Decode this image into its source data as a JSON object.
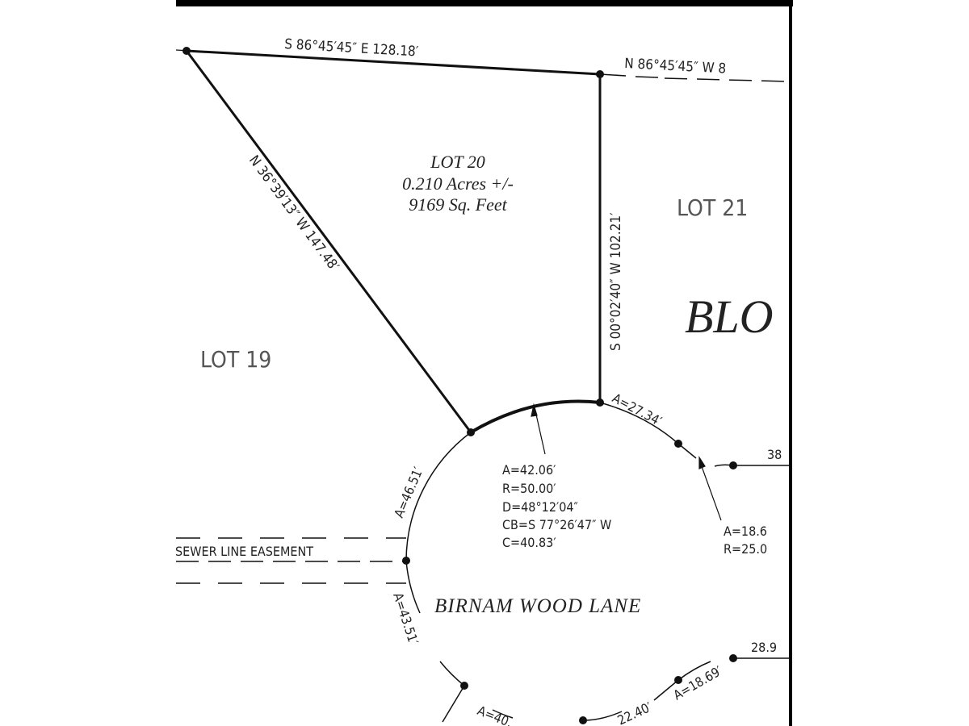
{
  "plat": {
    "lot20": {
      "title": "LOT 20",
      "acres": "0.210 Acres +/-",
      "sqft": "9169 Sq. Feet"
    },
    "lot21": "LOT 21",
    "lot19": "LOT 19",
    "block": "BLO",
    "north_line": "S 86°45′45″ E   128.18′",
    "north_ext": "N 86°45′45″ W  8",
    "east_line": "S 00°02′40″ W   102.21′",
    "west_line": "N 36°39′13″ W   147.48′",
    "curve_main": {
      "a": "A=42.06′",
      "r": "R=50.00′",
      "d": "D=48°12′04″",
      "cb": "CB=S 77°26′47″  W",
      "c": "C=40.83′"
    },
    "arc_27": "A=27.34′",
    "arc_46": "A=46.51′",
    "arc_43": "A=43.51′",
    "arc_40": "A=40.",
    "arc_22": "22.40′",
    "arc_18_lower": "A=18.69′",
    "curve_right": {
      "a": "A=18.6",
      "r": "R=25.0"
    },
    "dist_38": "38",
    "dist_28": "28.9",
    "easement": "SEWER LINE EASEMENT",
    "street": "BIRNAM WOOD LANE"
  }
}
